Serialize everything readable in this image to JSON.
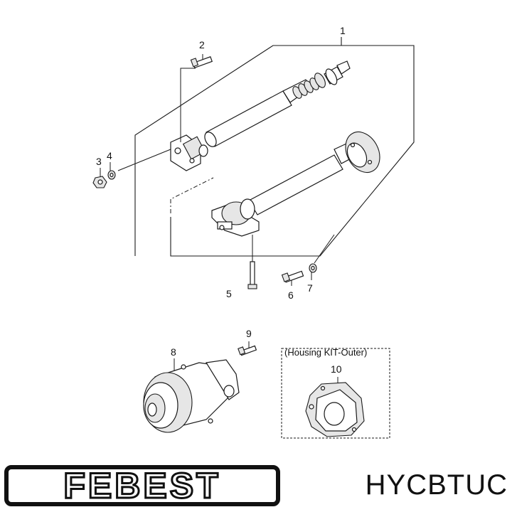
{
  "diagram": {
    "callouts": {
      "c1": "1",
      "c2": "2",
      "c3": "3",
      "c4": "4",
      "c5": "5",
      "c6": "6",
      "c7": "7",
      "c8": "8",
      "c9": "9",
      "c10": "10"
    },
    "kit_label": "(Housing KIT-Outer)"
  },
  "brand": {
    "logo_text": "FEBEST",
    "part_code": "HYCBTUC"
  }
}
